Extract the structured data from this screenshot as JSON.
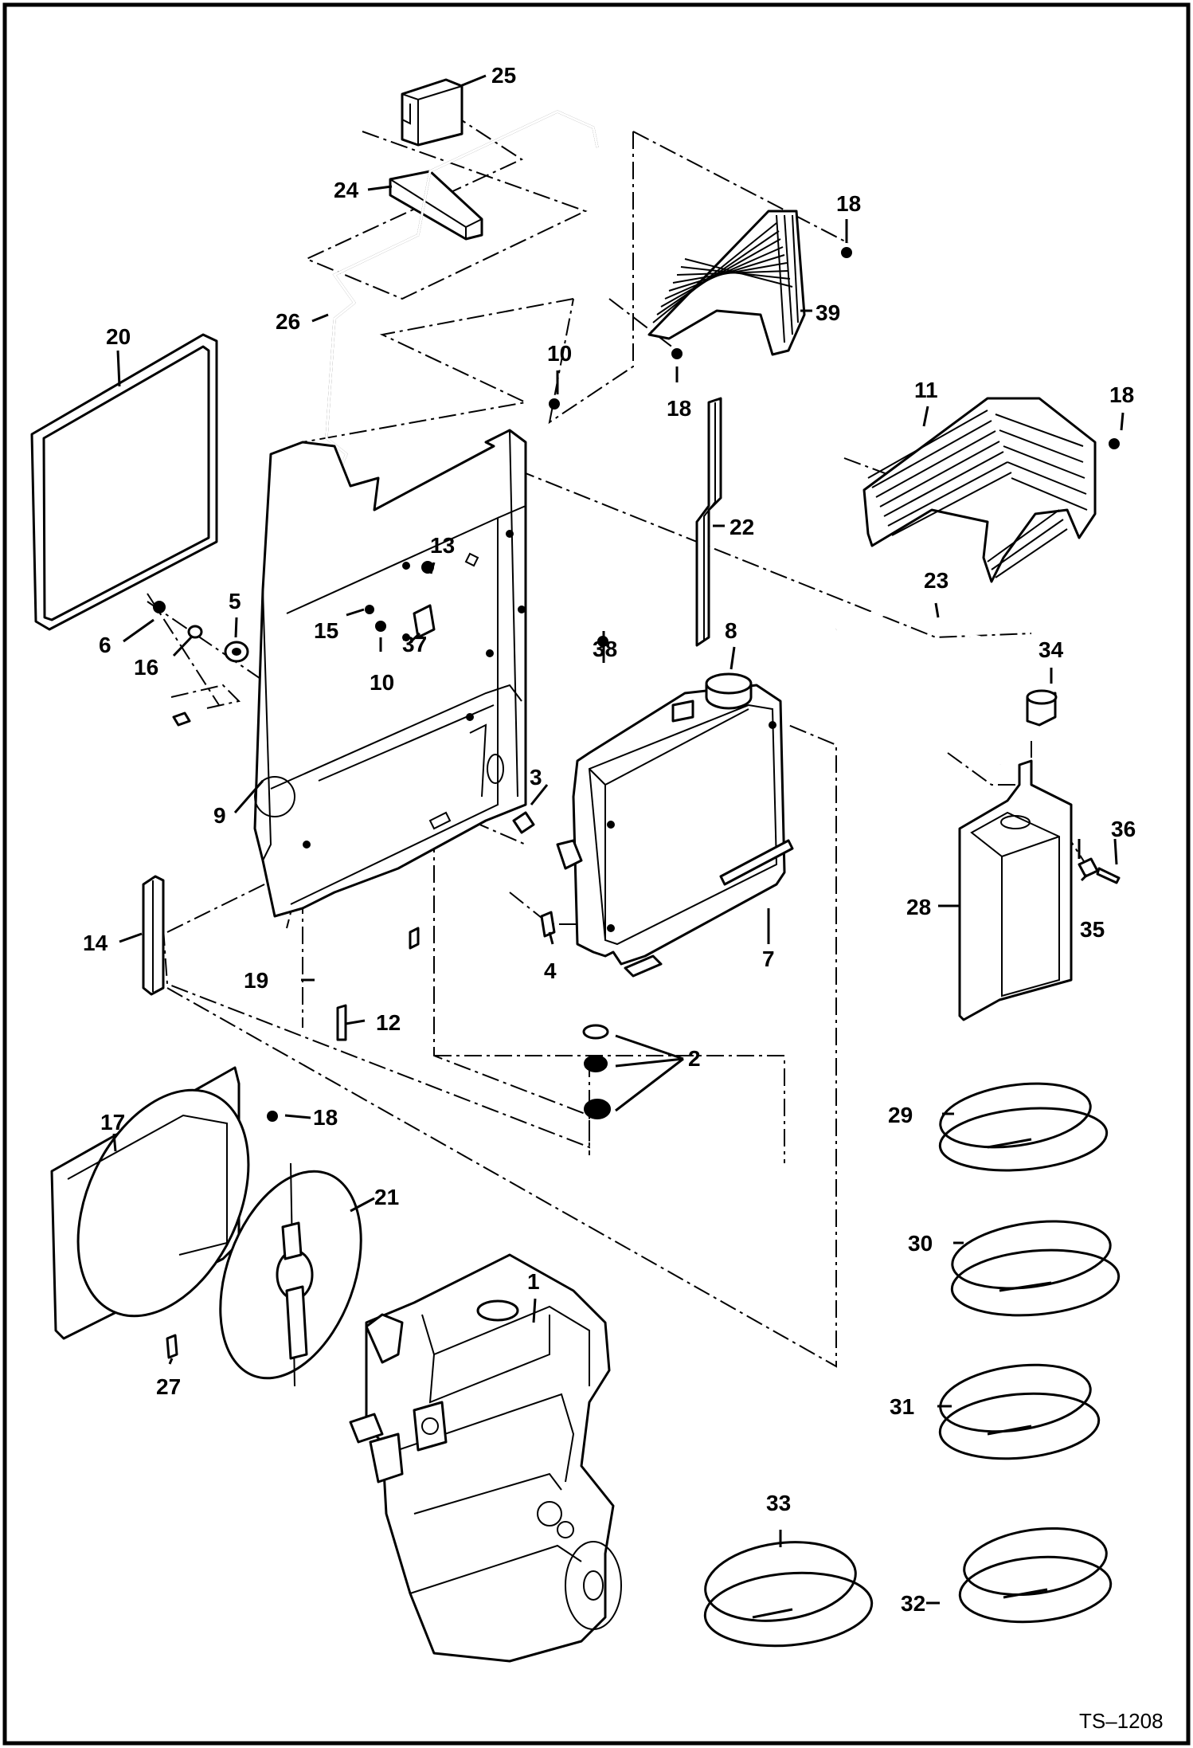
{
  "drawing_code": "TS–1208",
  "callouts": {
    "c1": "1",
    "c2": "2",
    "c3": "3",
    "c4": "4",
    "c5": "5",
    "c6": "6",
    "c7": "7",
    "c8": "8",
    "c9": "9",
    "c10a": "10",
    "c10b": "10",
    "c11": "11",
    "c12": "12",
    "c13": "13",
    "c14": "14",
    "c15": "15",
    "c16": "16",
    "c17": "17",
    "c18a": "18",
    "c18b": "18",
    "c18c": "18",
    "c18d": "18",
    "c19": "19",
    "c20": "20",
    "c21": "21",
    "c22": "22",
    "c23": "23",
    "c24": "24",
    "c25": "25",
    "c26": "26",
    "c27": "27",
    "c28": "28",
    "c29": "29",
    "c30": "30",
    "c31": "31",
    "c32": "32",
    "c33": "33",
    "c34": "34",
    "c35": "35",
    "c36": "36",
    "c37": "37",
    "c38": "38",
    "c39": "39"
  }
}
